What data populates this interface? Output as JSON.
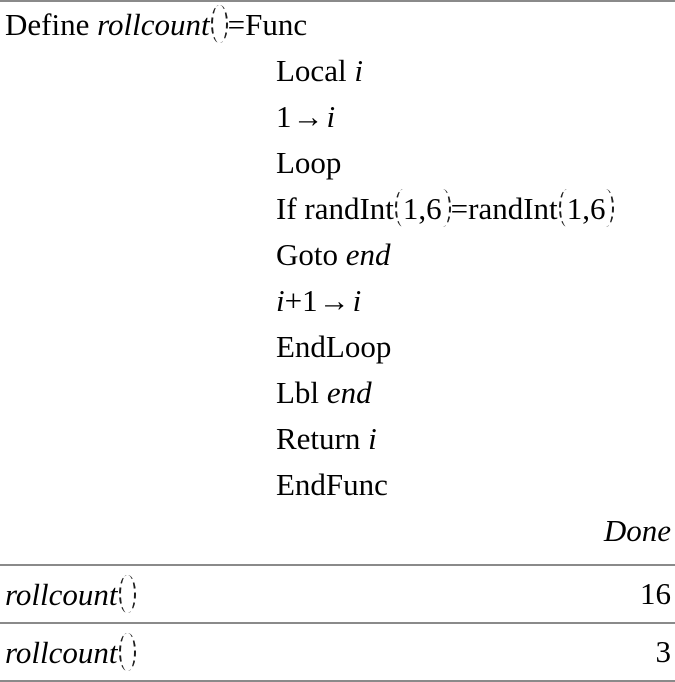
{
  "colors": {
    "background": "#ffffff",
    "text": "#000000",
    "divider": "#8a8a8a",
    "paren": "#1c1c1c"
  },
  "program": {
    "lines": [
      {
        "indent": 0,
        "tokens": [
          {
            "k": "r",
            "t": "Define "
          },
          {
            "k": "i",
            "t": "rollcount"
          },
          {
            "k": "lp"
          },
          {
            "k": "rp"
          },
          {
            "k": "r",
            "t": "="
          },
          {
            "k": "r",
            "t": "Func"
          }
        ]
      },
      {
        "indent": 1,
        "tokens": [
          {
            "k": "r",
            "t": "Local "
          },
          {
            "k": "i",
            "t": "i"
          }
        ]
      },
      {
        "indent": 1,
        "tokens": [
          {
            "k": "r",
            "t": "1"
          },
          {
            "k": "a",
            "t": "→"
          },
          {
            "k": "i",
            "t": "i"
          }
        ]
      },
      {
        "indent": 1,
        "tokens": [
          {
            "k": "r",
            "t": "Loop"
          }
        ]
      },
      {
        "indent": 1,
        "tokens": [
          {
            "k": "r",
            "t": "If randInt"
          },
          {
            "k": "lp"
          },
          {
            "k": "r",
            "t": "1,6"
          },
          {
            "k": "rp"
          },
          {
            "k": "r",
            "t": "=randInt"
          },
          {
            "k": "lp"
          },
          {
            "k": "r",
            "t": "1,6"
          },
          {
            "k": "rp"
          }
        ]
      },
      {
        "indent": 1,
        "tokens": [
          {
            "k": "r",
            "t": "Goto "
          },
          {
            "k": "i",
            "t": "end"
          }
        ]
      },
      {
        "indent": 1,
        "tokens": [
          {
            "k": "i",
            "t": "i"
          },
          {
            "k": "r",
            "t": "+1"
          },
          {
            "k": "a",
            "t": "→"
          },
          {
            "k": "i",
            "t": "i"
          }
        ]
      },
      {
        "indent": 1,
        "tokens": [
          {
            "k": "r",
            "t": "EndLoop"
          }
        ]
      },
      {
        "indent": 1,
        "tokens": [
          {
            "k": "r",
            "t": "Lbl "
          },
          {
            "k": "i",
            "t": "end"
          }
        ]
      },
      {
        "indent": 1,
        "tokens": [
          {
            "k": "r",
            "t": "Return "
          },
          {
            "k": "i",
            "t": "i"
          }
        ]
      },
      {
        "indent": 1,
        "tokens": [
          {
            "k": "r",
            "t": "EndFunc"
          }
        ]
      }
    ],
    "status": "Done"
  },
  "history": [
    {
      "expr": [
        {
          "k": "i",
          "t": "rollcount"
        },
        {
          "k": "lp"
        },
        {
          "k": "rp"
        }
      ],
      "result": "16"
    },
    {
      "expr": [
        {
          "k": "i",
          "t": "rollcount"
        },
        {
          "k": "lp"
        },
        {
          "k": "rp"
        }
      ],
      "result": "3"
    }
  ]
}
